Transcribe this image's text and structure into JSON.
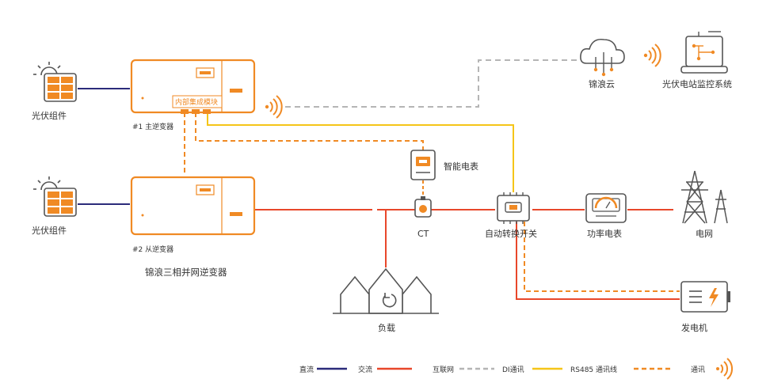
{
  "colors": {
    "dc": "#2b2b7a",
    "ac": "#e8472a",
    "internet": "#b5b5b5",
    "di": "#f5c518",
    "rs485": "#f08a24",
    "comm": "#f08a24"
  },
  "labels": {
    "pv_module_1": "光伏组件",
    "pv_module_2": "光伏组件",
    "inverter_master": "#1 主逆变器",
    "inverter_slave": "#2 从逆变器",
    "inverter_series": "锦浪三相并网逆变器",
    "internal_module": "内部集成模块",
    "cloud": "锦浪云",
    "monitoring": "光伏电站监控系统",
    "smart_meter": "智能电表",
    "ct": "CT",
    "ats": "自动转换开关",
    "power_meter": "功率电表",
    "grid": "电网",
    "load": "负载",
    "generator": "发电机"
  },
  "legend": {
    "dc": "直流",
    "ac": "交流",
    "internet": "互联网",
    "di": "DI通讯",
    "rs485": "RS485 通讯线",
    "comm": "通讯"
  },
  "icons": [
    "sun-icon",
    "solar-panel-icon",
    "inverter-icon",
    "wifi-signal-icon",
    "cloud-icon",
    "laptop-icon",
    "smart-meter-icon",
    "ct-icon",
    "switch-icon",
    "power-meter-icon",
    "transmission-tower-icon",
    "house-icon",
    "generator-icon"
  ]
}
